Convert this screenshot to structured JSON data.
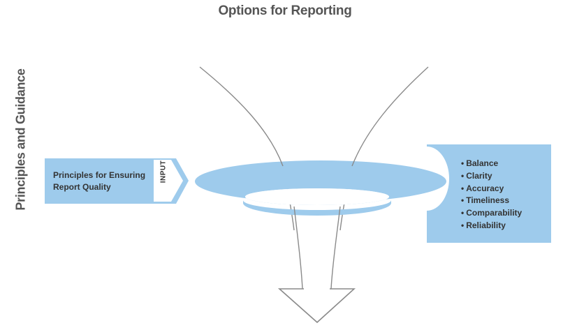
{
  "title": "Options for Reporting",
  "side_label": "Principles and Guidance",
  "input_box": {
    "text_line1": "Principles for Ensuring",
    "text_line2": "Report Quality",
    "tag": "INPUT"
  },
  "quality_criteria": [
    "Balance",
    "Clarity",
    "Accuracy",
    "Timeliness",
    "Comparability",
    "Reliability"
  ],
  "colors": {
    "fill": "#9ecbec",
    "arrow_stroke": "#8a8a8a",
    "text": "#333333",
    "heading": "#555555"
  }
}
